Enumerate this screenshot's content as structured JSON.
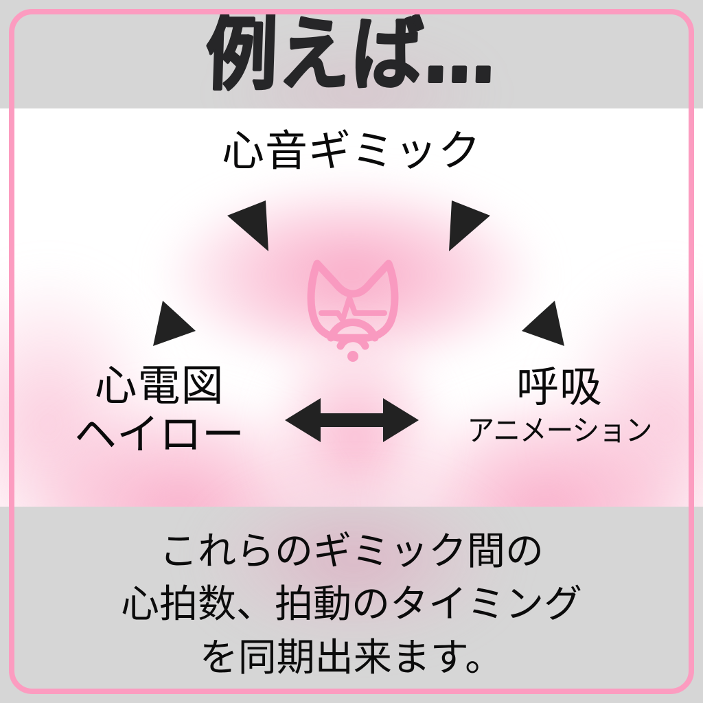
{
  "header": {
    "title": "例えば…"
  },
  "diagram": {
    "nodes": [
      {
        "id": "heart-sound",
        "label": "心音ギミック"
      },
      {
        "id": "ecg-halo",
        "label_line1": "心電図",
        "label_line2": "ヘイロー"
      },
      {
        "id": "breathing-animation",
        "label_line1": "呼吸",
        "label_line2": "アニメーション"
      }
    ],
    "center_icon": "cat-heartbeat-wifi-icon",
    "connectors": [
      {
        "id": "top-left-connector",
        "style": "double-arrow-diagonal"
      },
      {
        "id": "top-right-connector",
        "style": "double-arrow-diagonal"
      },
      {
        "id": "bottom-connector",
        "style": "double-arrow-horizontal"
      }
    ]
  },
  "footer": {
    "line1": "これらのギミック間の",
    "line2": "心拍数、拍動のタイミング",
    "line3": "を同期出来ます。"
  },
  "colors": {
    "frame_pink": "#fc9cc0",
    "icon_pink": "#f99ac0",
    "band_gray": "#d6d6d6",
    "panel_white": "#ffffff",
    "text_black": "#0a0a0a",
    "arrow_black": "#222222"
  }
}
